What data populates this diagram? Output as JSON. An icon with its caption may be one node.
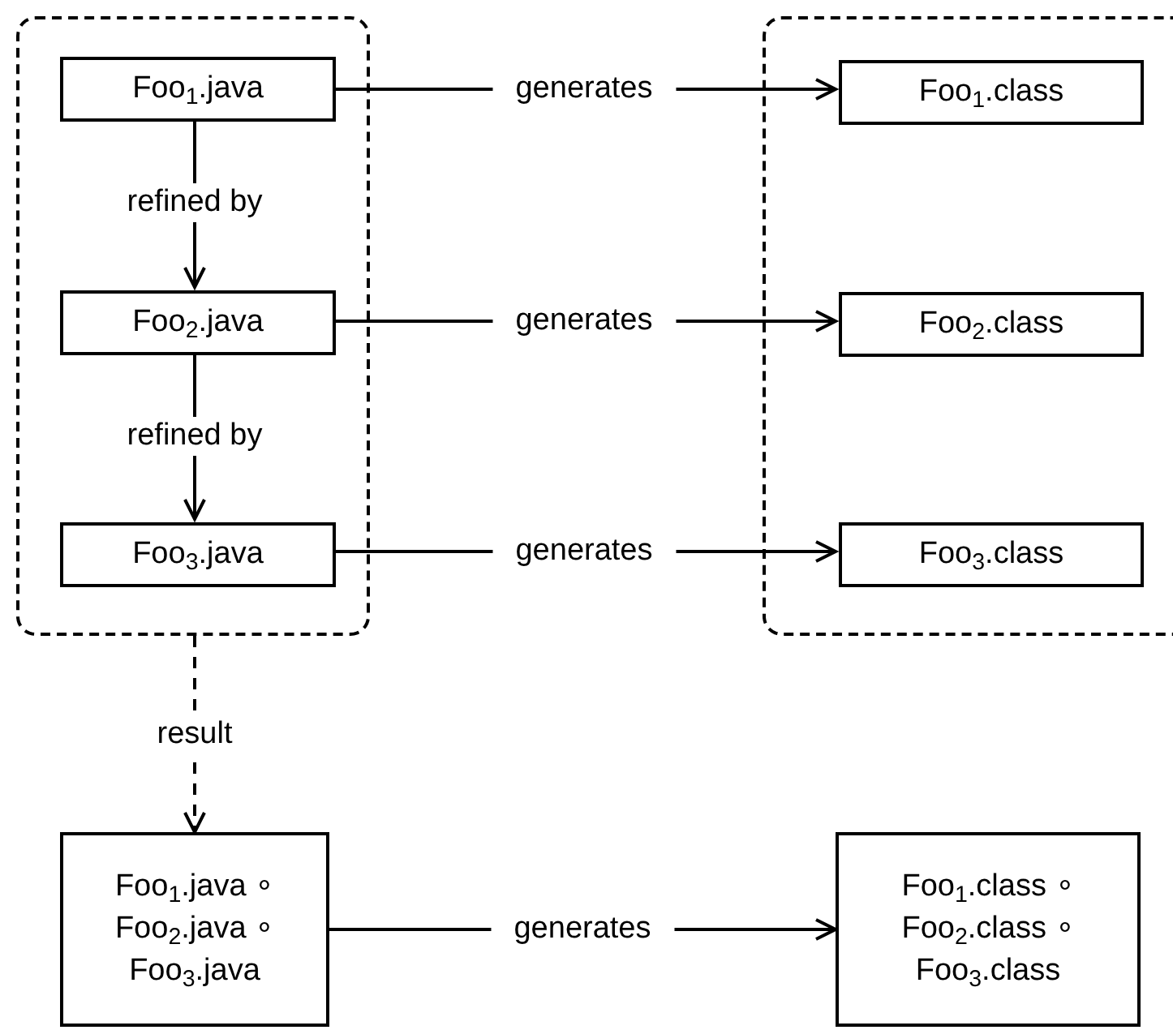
{
  "diagram": {
    "nodes": [
      {
        "text": [],
        "shape": "box"
      },
      {
        "text": [
          "Foo$_{1}$.java"
        ],
        "in": 0
      },
      {
        "text": [
          "Foo$_{2}$.java"
        ],
        "in": 0
      },
      {
        "text": [
          "Foo$_{3}$.java"
        ],
        "in": 0
      },
      {
        "text": [],
        "shape": "box"
      },
      {
        "text": [
          "Foo$_{1}$.class"
        ],
        "in": 4
      },
      {
        "text": [
          "Foo$_{2}$.class"
        ],
        "in": 4
      },
      {
        "text": [
          "Foo$_{3}$.class"
        ],
        "in": 4
      },
      {
        "text": [
          "Foo$_{1}$.java ∘",
          "Foo$_{2}$.java ∘",
          "Foo$_{3}$.java"
        ]
      },
      {
        "text": [
          "Foo$_{1}$.class ∘",
          "Foo$_{2}$.class ∘",
          "Foo$_{3}$.class"
        ]
      }
    ],
    "edges": [
      {
        "from": 1,
        "to": 5,
        "arrow": "to",
        "label": "generates"
      },
      {
        "from": 1,
        "to": 2,
        "arrow": "to",
        "label": "refined by"
      },
      {
        "from": 2,
        "to": 6,
        "arrow": "to",
        "label": "generates"
      },
      {
        "from": 2,
        "to": 3,
        "arrow": "to",
        "label": "refined by"
      },
      {
        "from": 3,
        "to": 7,
        "arrow": "to",
        "label": "generates"
      },
      {
        "from": 0,
        "to": 8,
        "arrow": "to",
        "label": "result",
        "style": "dashed"
      },
      {
        "from": 8,
        "to": 9,
        "arrow": "to",
        "label": "generates"
      }
    ]
  }
}
